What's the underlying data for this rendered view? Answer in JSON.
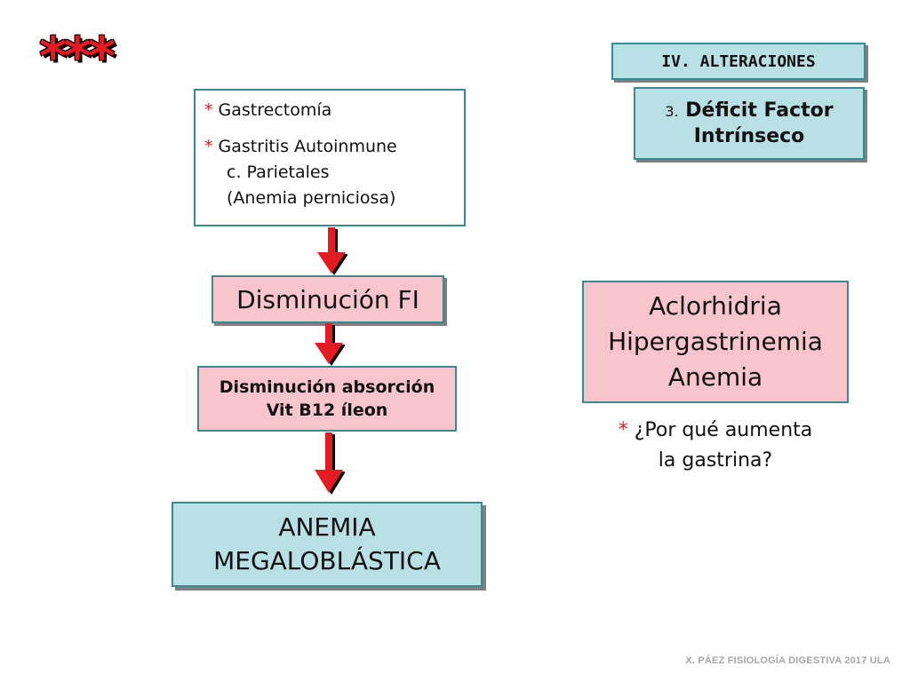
{
  "header": {
    "stars": "***",
    "section": "IV. ALTERACIONES",
    "subsection_number": "3.",
    "subsection_line1": "Déficit Factor",
    "subsection_line2": "Intrínseco"
  },
  "causes": {
    "bullet": "*",
    "item1": "Gastrectomía",
    "item2": "Gastritis Autoinmune",
    "item2_line2": "c. Parietales",
    "item2_line3": "(Anemia perniciosa)"
  },
  "flow": {
    "step1": "Disminución FI",
    "step2_line1": "Disminución absorción",
    "step2_line2": "Vit B12 íleon",
    "result_line1": "ANEMIA",
    "result_line2": "MEGALOBLÁSTICA"
  },
  "effects": {
    "line1": "Aclorhidria",
    "line2": "Hipergastrinemia",
    "line3": "Anemia"
  },
  "question": {
    "bullet": "*",
    "line1": "¿Por qué aumenta",
    "line2": "la gastrina?"
  },
  "footer": "X. PÁEZ   FISIOLOGÍA DIGESTIVA 2017 ULA",
  "colors": {
    "teal_fill": "#b9e0e5",
    "pink_fill": "#f9c5cc",
    "border": "#3a8a93",
    "arrow_red": "#e51b24"
  }
}
